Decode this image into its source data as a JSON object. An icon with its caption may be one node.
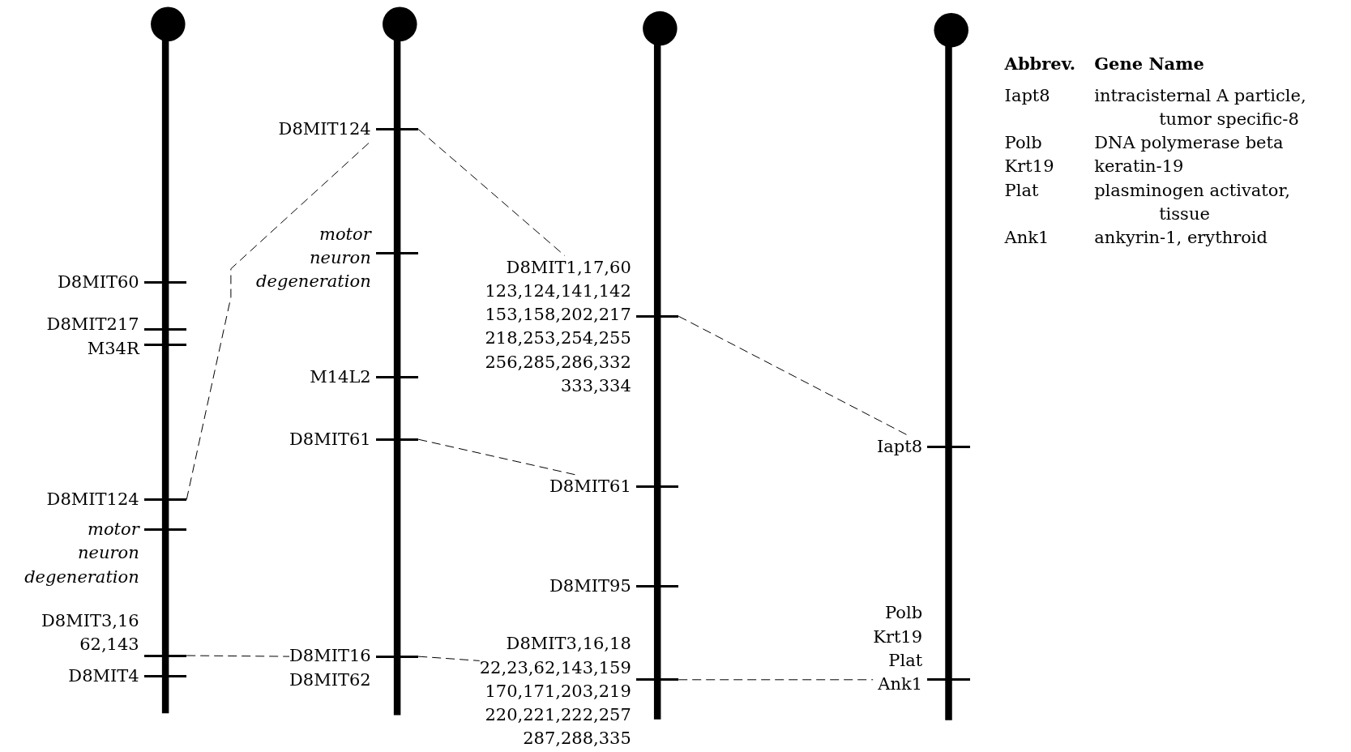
{
  "diagram": {
    "nodes": [
      {
        "text": [
          "D8MIT60"
        ]
      },
      {
        "text": [
          "D8MIT217"
        ]
      },
      {
        "text": [
          "M34R"
        ]
      },
      {
        "text": [
          "D8MIT124"
        ]
      },
      {
        "text": [
          "motor neuron degeneration"
        ]
      },
      {
        "text": [
          "D8MIT3,16 62,143"
        ]
      },
      {
        "text": [
          "D8MIT4"
        ]
      },
      {
        "text": [
          "D8MIT124"
        ]
      },
      {
        "text": [
          "motor neuron degeneration"
        ]
      },
      {
        "text": [
          "M14L2"
        ]
      },
      {
        "text": [
          "D8MIT61"
        ]
      },
      {
        "text": [
          "D8MIT16",
          "D8MIT62"
        ]
      },
      {
        "text": [
          "D8MIT1,17,60 123,124,141,142 153,158,202,217 218,253,254,255 256,285,286,332 333,334"
        ]
      },
      {
        "text": [
          "D8MIT61"
        ]
      },
      {
        "text": [
          "D8MIT95"
        ]
      },
      {
        "text": [
          "D8MIT3,16,18 22,23,62,143,159 170,171,203,219 220,221,222,257 287,288,335"
        ]
      },
      {
        "text": [
          "Iapt8"
        ]
      },
      {
        "text": [
          "Polb",
          "Krt19",
          "Plat",
          "Ank1"
        ]
      }
    ],
    "edges": [
      {
        "from": 3,
        "to": 7,
        "arrow": "none",
        "style": "dashed"
      },
      {
        "from": 7,
        "to": 12,
        "arrow": "none",
        "style": "dashed"
      },
      {
        "from": 10,
        "to": 13,
        "arrow": "none",
        "style": "dashed"
      },
      {
        "from": 5,
        "to": 11,
        "arrow": "none",
        "style": "dashed"
      },
      {
        "from": 11,
        "to": 15,
        "arrow": "none",
        "style": "dashed"
      },
      {
        "from": 12,
        "to": 16,
        "arrow": "none",
        "style": "dashed"
      },
      {
        "from": 15,
        "to": 17,
        "arrow": "none",
        "style": "dashed"
      }
    ],
    "labels": [
      "Abbrev.",
      "Gene Name",
      "Iapt8",
      "intracisternal A particle, tumor specific-8",
      "Polb",
      "DNA polymerase beta",
      "Krt19",
      "keratin-19",
      "Plat",
      "plasminogen activator, tissue",
      "Ank1",
      "ankyrin-1, erythroid"
    ]
  }
}
